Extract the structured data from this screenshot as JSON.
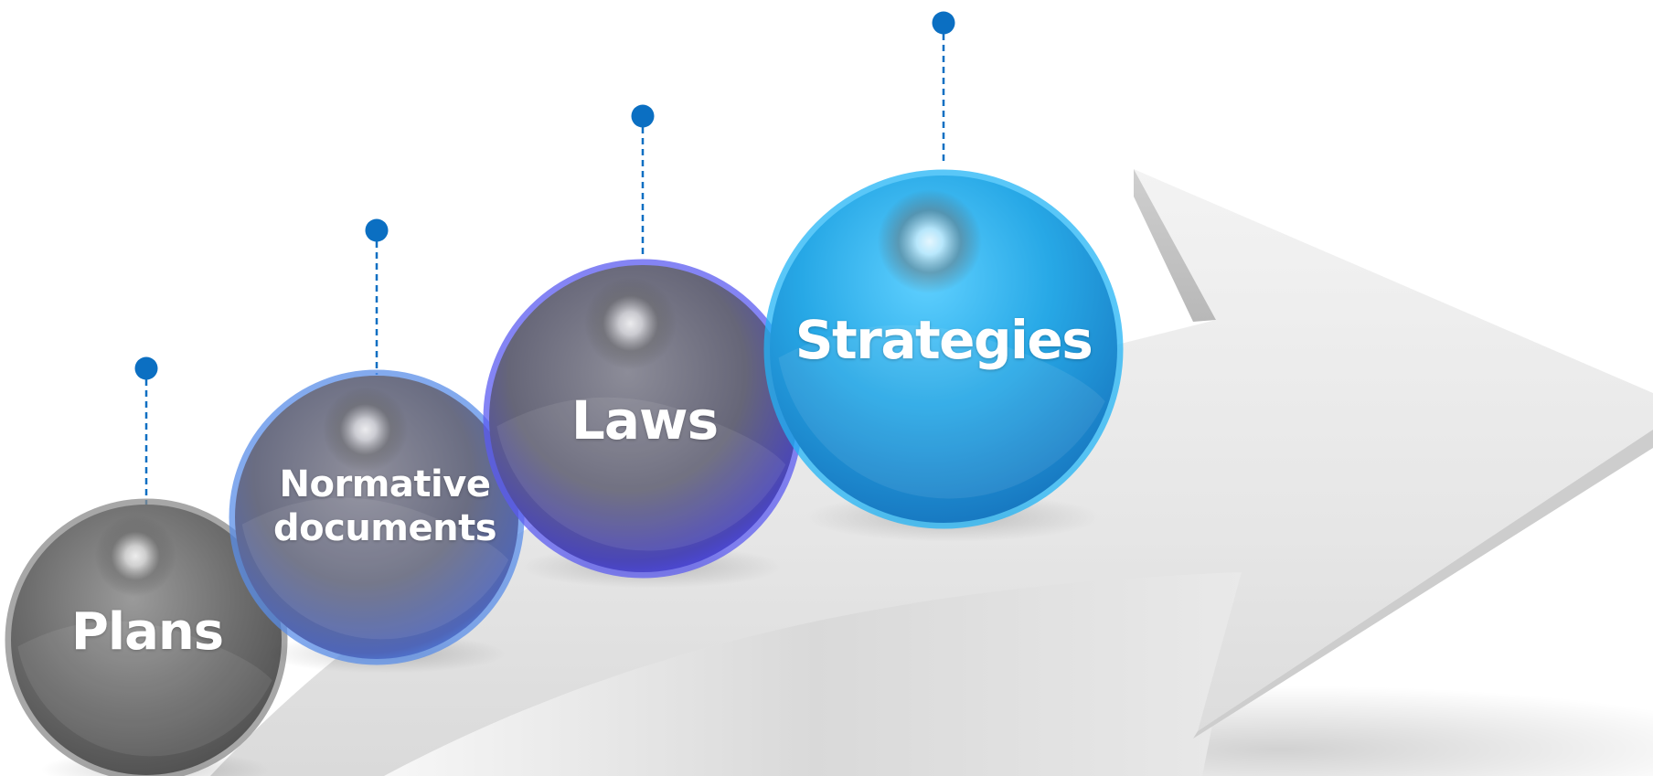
{
  "diagram": {
    "arrow_color": "#e8e8e8",
    "pin_color": "#0b6fc2",
    "steps": [
      {
        "id": "plans",
        "text": "Plans",
        "sphere_color": "#6b6b6b",
        "rim_color": "#8a8a8a"
      },
      {
        "id": "normative",
        "text_line1": "Normative",
        "text_line2": "documents",
        "sphere_color": "#5f6e96",
        "rim_color": "#5a8ee8"
      },
      {
        "id": "laws",
        "text": "Laws",
        "sphere_color": "#5a5a86",
        "rim_color": "#5b5bf0"
      },
      {
        "id": "strategies",
        "text": "Strategies",
        "sphere_color": "#2a9fe0",
        "rim_color": "#21b4f5"
      }
    ]
  }
}
